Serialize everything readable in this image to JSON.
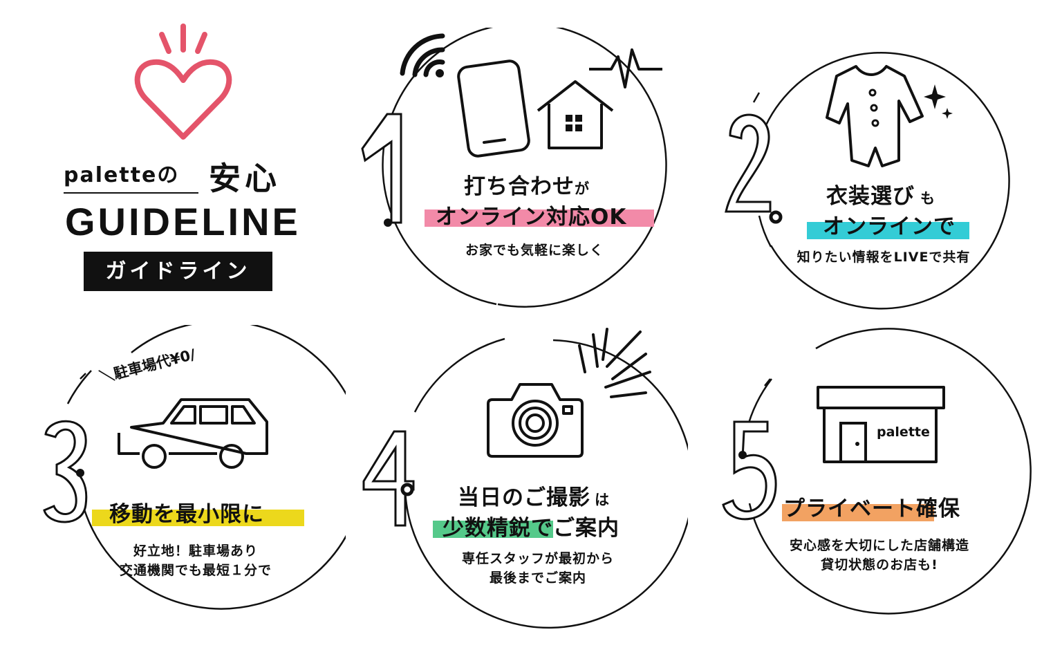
{
  "brand": {
    "prefix": "paletteの",
    "emphasis": "安心",
    "title": "GUIDELINE",
    "subtitle": "ガイドライン"
  },
  "colors": {
    "heart": "#e4546a",
    "pink": "#f28aa8",
    "cyan": "#33ccd6",
    "yellow": "#ecd81c",
    "green": "#55c98a",
    "orange": "#f2a262",
    "ink": "#111111"
  },
  "items": [
    {
      "number": "1",
      "title_line1_main": "打ち合わせ",
      "title_line1_small": "が",
      "title_line2": "オンライン対応OK",
      "description_lines": [
        "お家でも気軽に楽しく"
      ],
      "icons": [
        "wifi-icon",
        "smartphone-icon",
        "house-icon",
        "heartbeat-icon"
      ]
    },
    {
      "number": "2",
      "title_line1_main": "衣装選び",
      "title_line1_small": "も",
      "title_line2": "オンラインで",
      "description_lines": [
        "知りたい情報をLIVEで共有"
      ],
      "icons": [
        "baby-romper-icon",
        "sparkle-icon"
      ]
    },
    {
      "number": "3",
      "badge": "＼駐車場代¥0/",
      "title": "移動を最小限に",
      "description_lines": [
        "好立地！駐車場あり",
        "交通機関でも最短１分で"
      ],
      "icons": [
        "car-icon"
      ]
    },
    {
      "number": "4",
      "title_line1_main": "当日のご撮影",
      "title_line1_small": "は",
      "title_line2": "少数精鋭でご案内",
      "description_lines": [
        "専任スタッフが最初から",
        "最後までご案内"
      ],
      "icons": [
        "camera-icon",
        "flash-burst-icon"
      ]
    },
    {
      "number": "5",
      "title": "プライベート確保",
      "store_sign": "palette",
      "description_lines": [
        "安心感を大切にした店舗構造",
        "貸切状態のお店も!"
      ],
      "icons": [
        "store-icon",
        "door-icon"
      ]
    }
  ]
}
